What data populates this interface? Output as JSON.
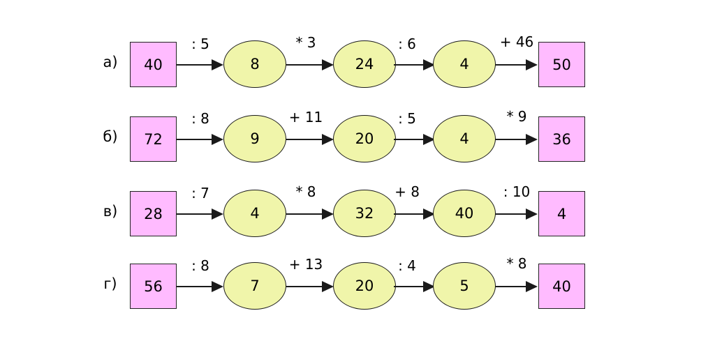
{
  "figure": {
    "title": "",
    "background_color": "#ffffff",
    "box_fill": "#ffbbff",
    "ellipse_fill": "#f0f5aa",
    "stroke_color": "#1a1a1a"
  },
  "chart_data": {
    "type": "diagram",
    "subtype": "arithmetic-chain-flowchart",
    "title": "",
    "rows": [
      {
        "label": "а)",
        "start": "40",
        "end": "50",
        "intermediates": [
          "8",
          "24",
          "4"
        ],
        "operations": [
          ": 5",
          "* 3",
          ": 6",
          "+ 46"
        ]
      },
      {
        "label": "б)",
        "start": "72",
        "end": "36",
        "intermediates": [
          "9",
          "20",
          "4"
        ],
        "operations": [
          ": 8",
          "+ 11",
          ": 5",
          "* 9"
        ]
      },
      {
        "label": "в)",
        "start": "28",
        "end": "4",
        "intermediates": [
          "4",
          "32",
          "40"
        ],
        "operations": [
          ": 7",
          "* 8",
          "+ 8",
          ": 10"
        ]
      },
      {
        "label": "г)",
        "start": "56",
        "end": "40",
        "intermediates": [
          "7",
          "20",
          "5"
        ],
        "operations": [
          ": 8",
          "+ 13",
          ": 4",
          "* 8"
        ]
      }
    ]
  }
}
